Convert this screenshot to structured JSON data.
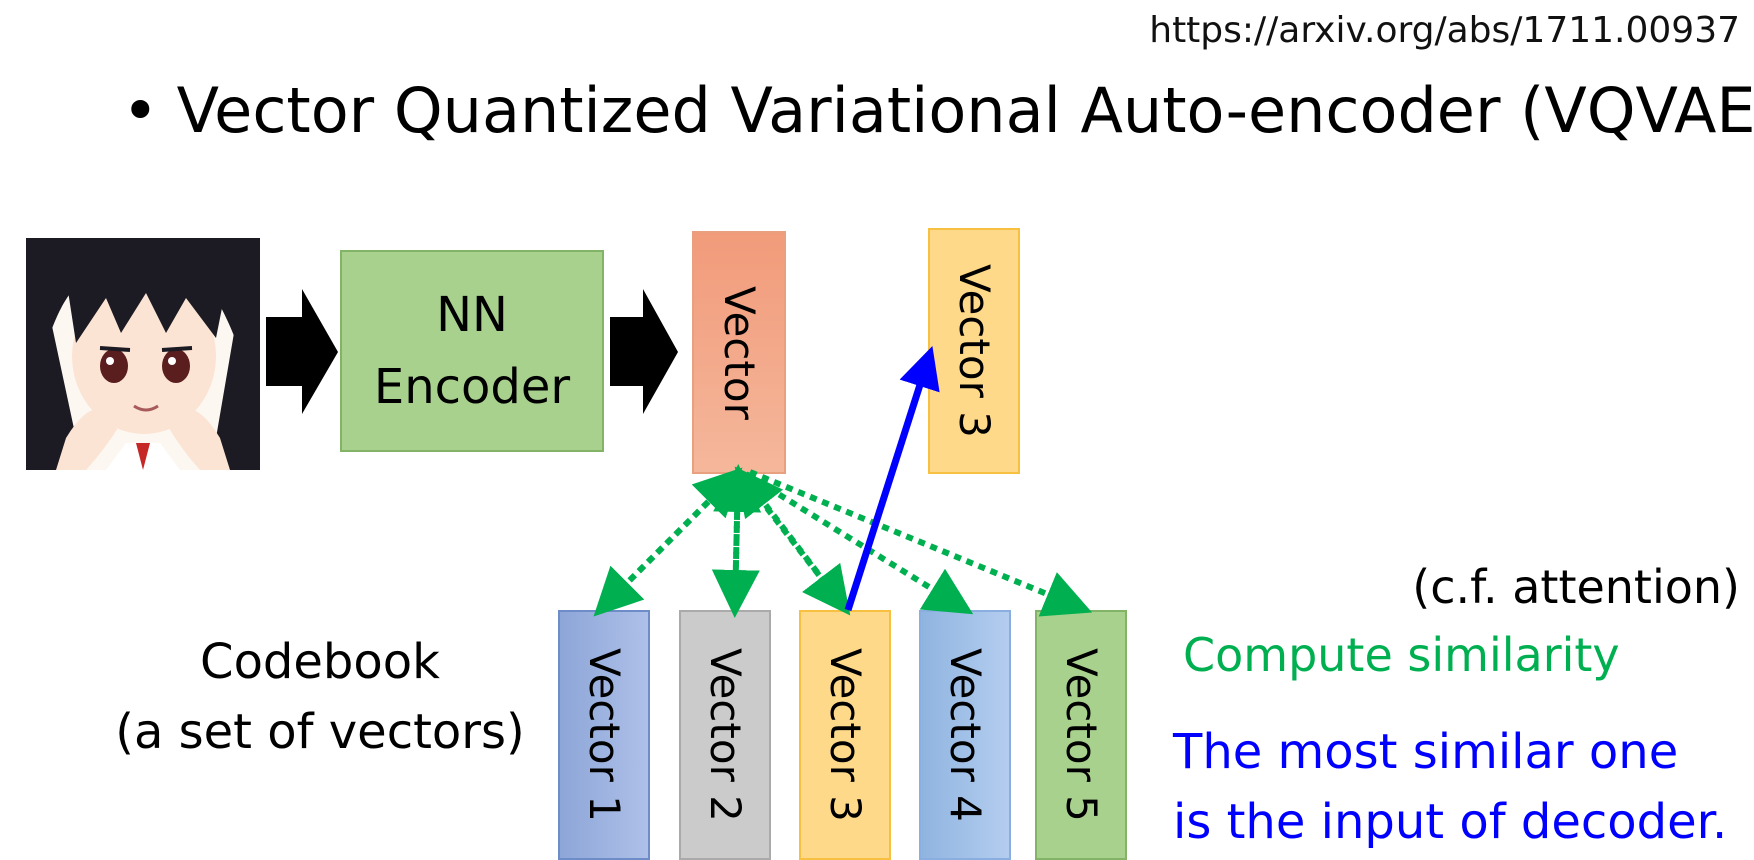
{
  "source_url": "https://arxiv.org/abs/1711.00937",
  "title": "Vector Quantized Variational Auto-encoder (VQVAE)",
  "title_bullet": "•",
  "encoder": {
    "line1": "NN",
    "line2": "Encoder"
  },
  "encoded_vector_label": "Vector",
  "selected_vector_label": "Vector 3",
  "codebook": {
    "line1": "Codebook",
    "line2": "(a set of vectors)",
    "vectors": [
      "Vector 1",
      "Vector 2",
      "Vector 3",
      "Vector 4",
      "Vector 5"
    ]
  },
  "notes": {
    "cf": "(c.f. attention)",
    "compute_similarity": "Compute similarity",
    "most_similar_line1": "The most similar one",
    "most_similar_line2": "is the input of decoder."
  },
  "colors": {
    "similarity_arrows": "#00b050",
    "selection_arrow": "#0000ff",
    "block_arrows": "#000000",
    "encoder_fill": "#a9d18e",
    "vector_fill": "#f19b7a",
    "selected_fill": "#ffd98a"
  },
  "icons": {
    "input_image": "anime-girl-portrait"
  }
}
